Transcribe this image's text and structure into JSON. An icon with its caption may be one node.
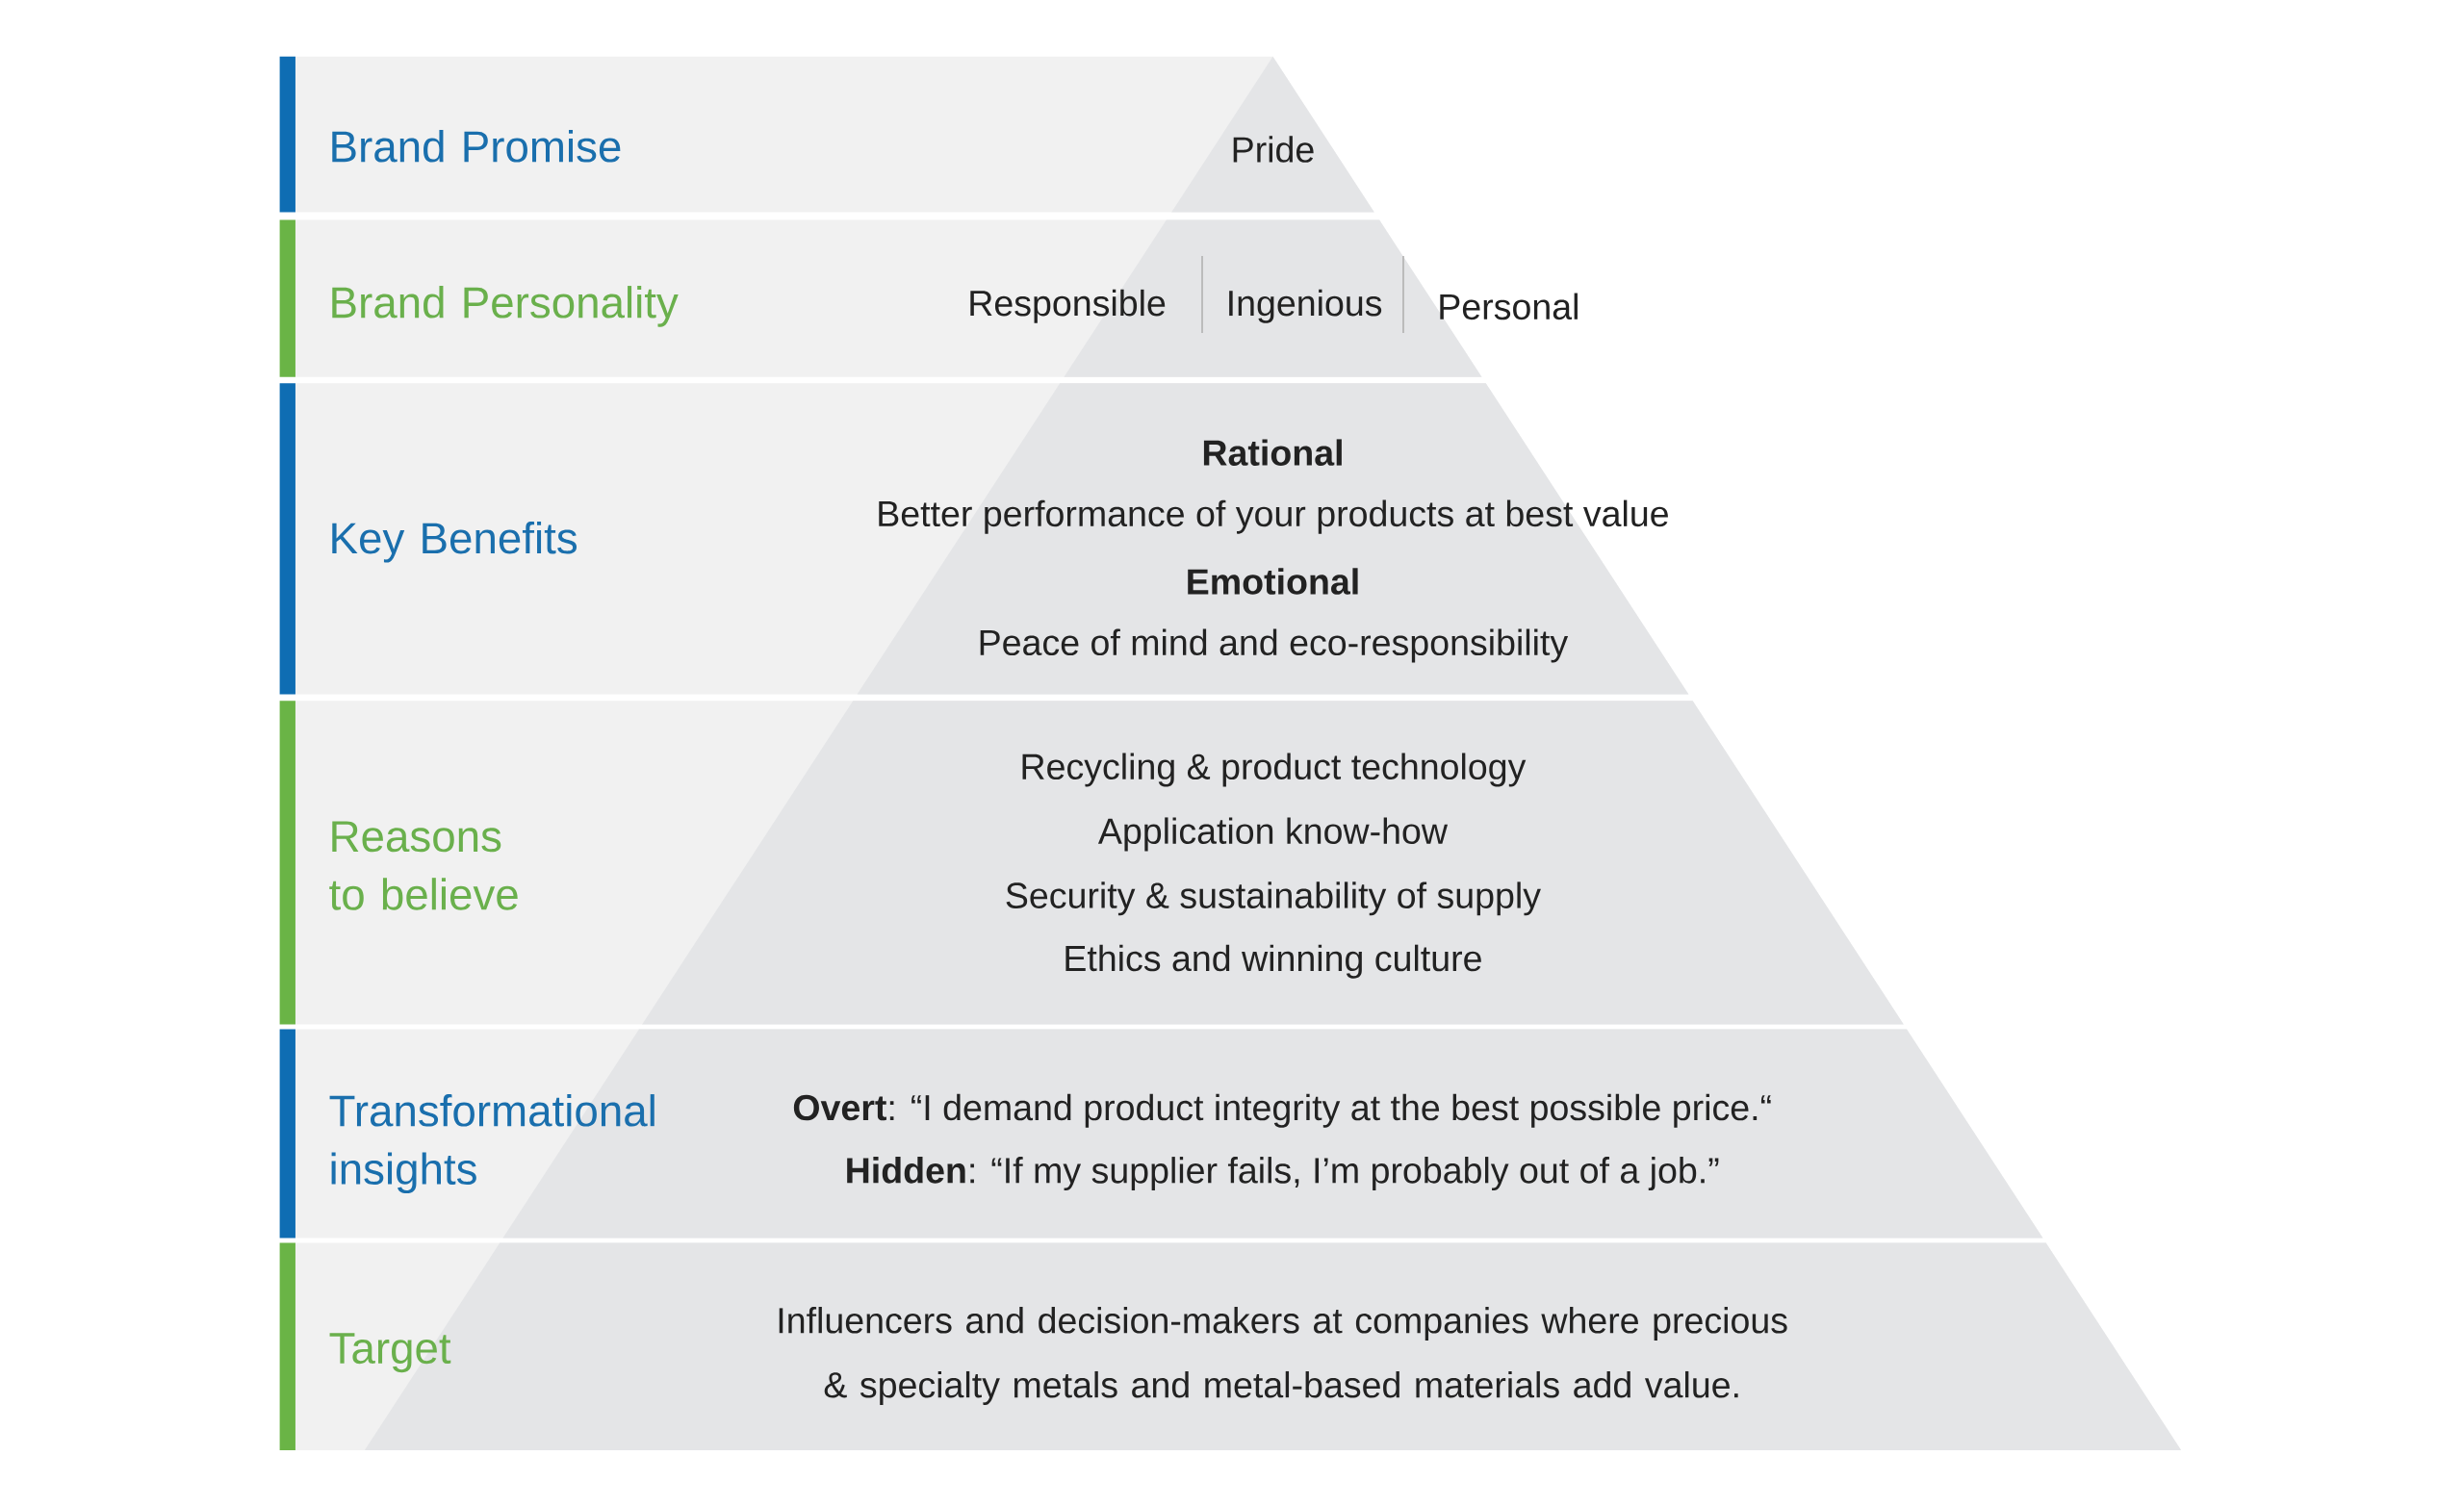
{
  "diagram": {
    "nodes": [
      {
        "text": [
          "Brand Promise",
          "Pride"
        ]
      },
      {
        "text": [
          "Brand Personality",
          "Responsible",
          "Ingenious",
          "Personal"
        ]
      },
      {
        "text": [
          "Key Benefits",
          "Rational",
          "Better performance of your products at best value",
          "Emotional",
          "Peace of mind and eco-responsibility"
        ]
      },
      {
        "text": [
          "Reasons to believe",
          "Recycling & product technology",
          "Application know-how",
          "Security & sustainability of supply",
          "Ethics and winning culture"
        ]
      },
      {
        "text": [
          "Transformational insights",
          "**Overt**: “I demand product integrity at the best possible price.“",
          "**Hidden**: “If my supplier fails, I’m probably out of a job.”"
        ]
      },
      {
        "text": [
          "Target",
          "Influencers and decision-makers at companies where precious & specialty metals and metal-based materials add value."
        ]
      }
    ]
  }
}
